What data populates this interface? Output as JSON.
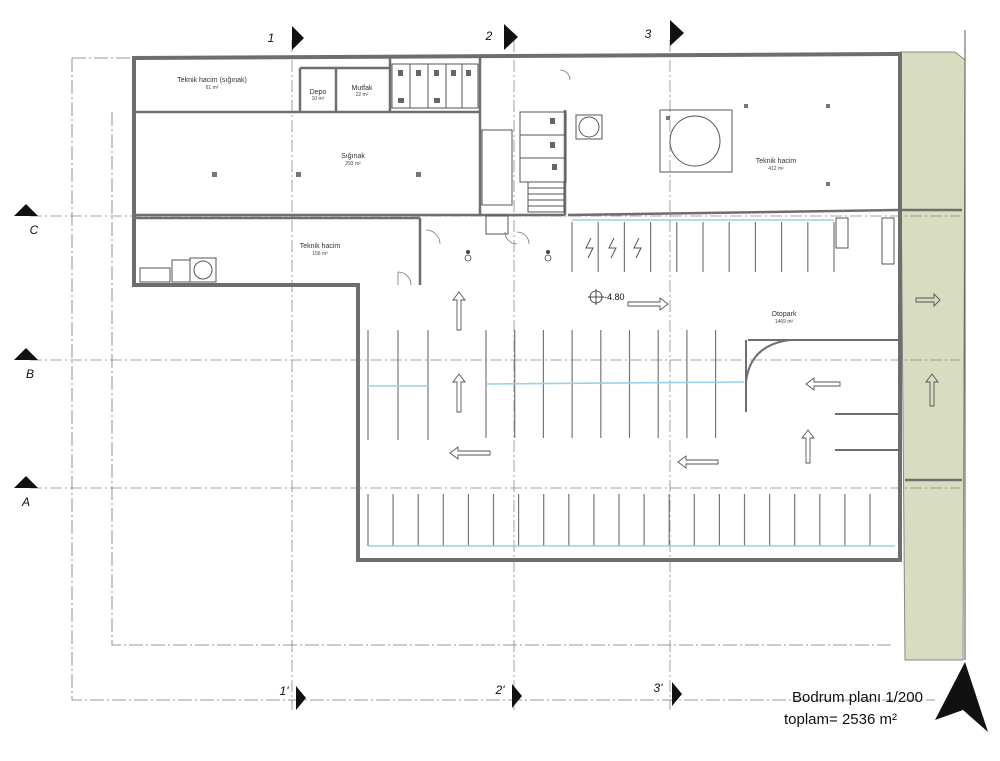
{
  "title": {
    "line1": "Bodrum planı 1/200",
    "line2": "toplam= 2536 m²"
  },
  "grid": {
    "top": [
      "1",
      "2",
      "3"
    ],
    "bottom": [
      "1'",
      "2'",
      "3'"
    ],
    "left": [
      "C",
      "B",
      "A"
    ]
  },
  "level_mark": "-4.80",
  "rooms": {
    "teknik_sig": {
      "label": "Teknik hacim (sığınak)",
      "area": "61 m²"
    },
    "depo": {
      "label": "Depo",
      "area": "10 m²"
    },
    "mutfak": {
      "label": "Mutfak",
      "area": "22 m²"
    },
    "siginak": {
      "label": "Sığınak",
      "area": "293 m²"
    },
    "teknik_right": {
      "label": "Teknik hacim",
      "area": "412 m²"
    },
    "teknik_mid": {
      "label": "Teknik hacim",
      "area": "156 m²"
    },
    "otopark": {
      "label": "Otopark",
      "area": "1469 m²"
    }
  },
  "colors": {
    "wall": "#6e6e6e",
    "hatch": "#d8dcc0",
    "parking_line": "#9ad1e8",
    "axis": "#888888"
  },
  "icons": {
    "north": "north-arrow-icon",
    "wheelchair": "wheelchair-icon",
    "ev": "ev-charging-icon"
  }
}
